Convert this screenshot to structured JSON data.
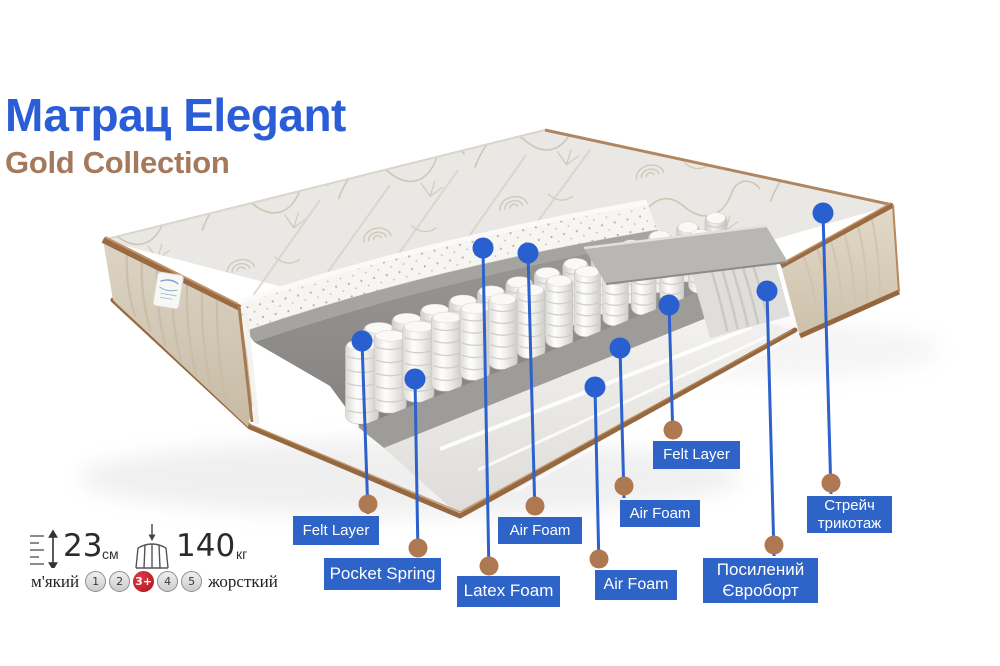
{
  "title": {
    "product": "Матрац Elegant",
    "collection": "Gold Collection"
  },
  "specs": {
    "height": {
      "value": "23",
      "unit": "см"
    },
    "max_weight": {
      "value": "140",
      "unit": "кг"
    },
    "firmness": {
      "soft_label": "м'який",
      "hard_label": "жорсткий",
      "scale": [
        "1",
        "2",
        "3+",
        "4",
        "5"
      ],
      "selected": "3+"
    }
  },
  "callouts": [
    {
      "label": "Felt Layer"
    },
    {
      "label": "Pocket Spring"
    },
    {
      "label": "Latex Foam"
    },
    {
      "label": "Air Foam"
    },
    {
      "label": "Air Foam"
    },
    {
      "label": "Air Foam"
    },
    {
      "label": "Felt Layer"
    },
    {
      "label": "Посилений\nЄвроборт"
    },
    {
      "label": "Стрейч\nтрикотаж"
    }
  ],
  "colors": {
    "accent_blue": "#2e63c8",
    "title_blue": "#2b5ed6",
    "collection_brown": "#a5795c",
    "callout_dot_brown": "#ae7951",
    "firmness_red": "#c2202f"
  }
}
